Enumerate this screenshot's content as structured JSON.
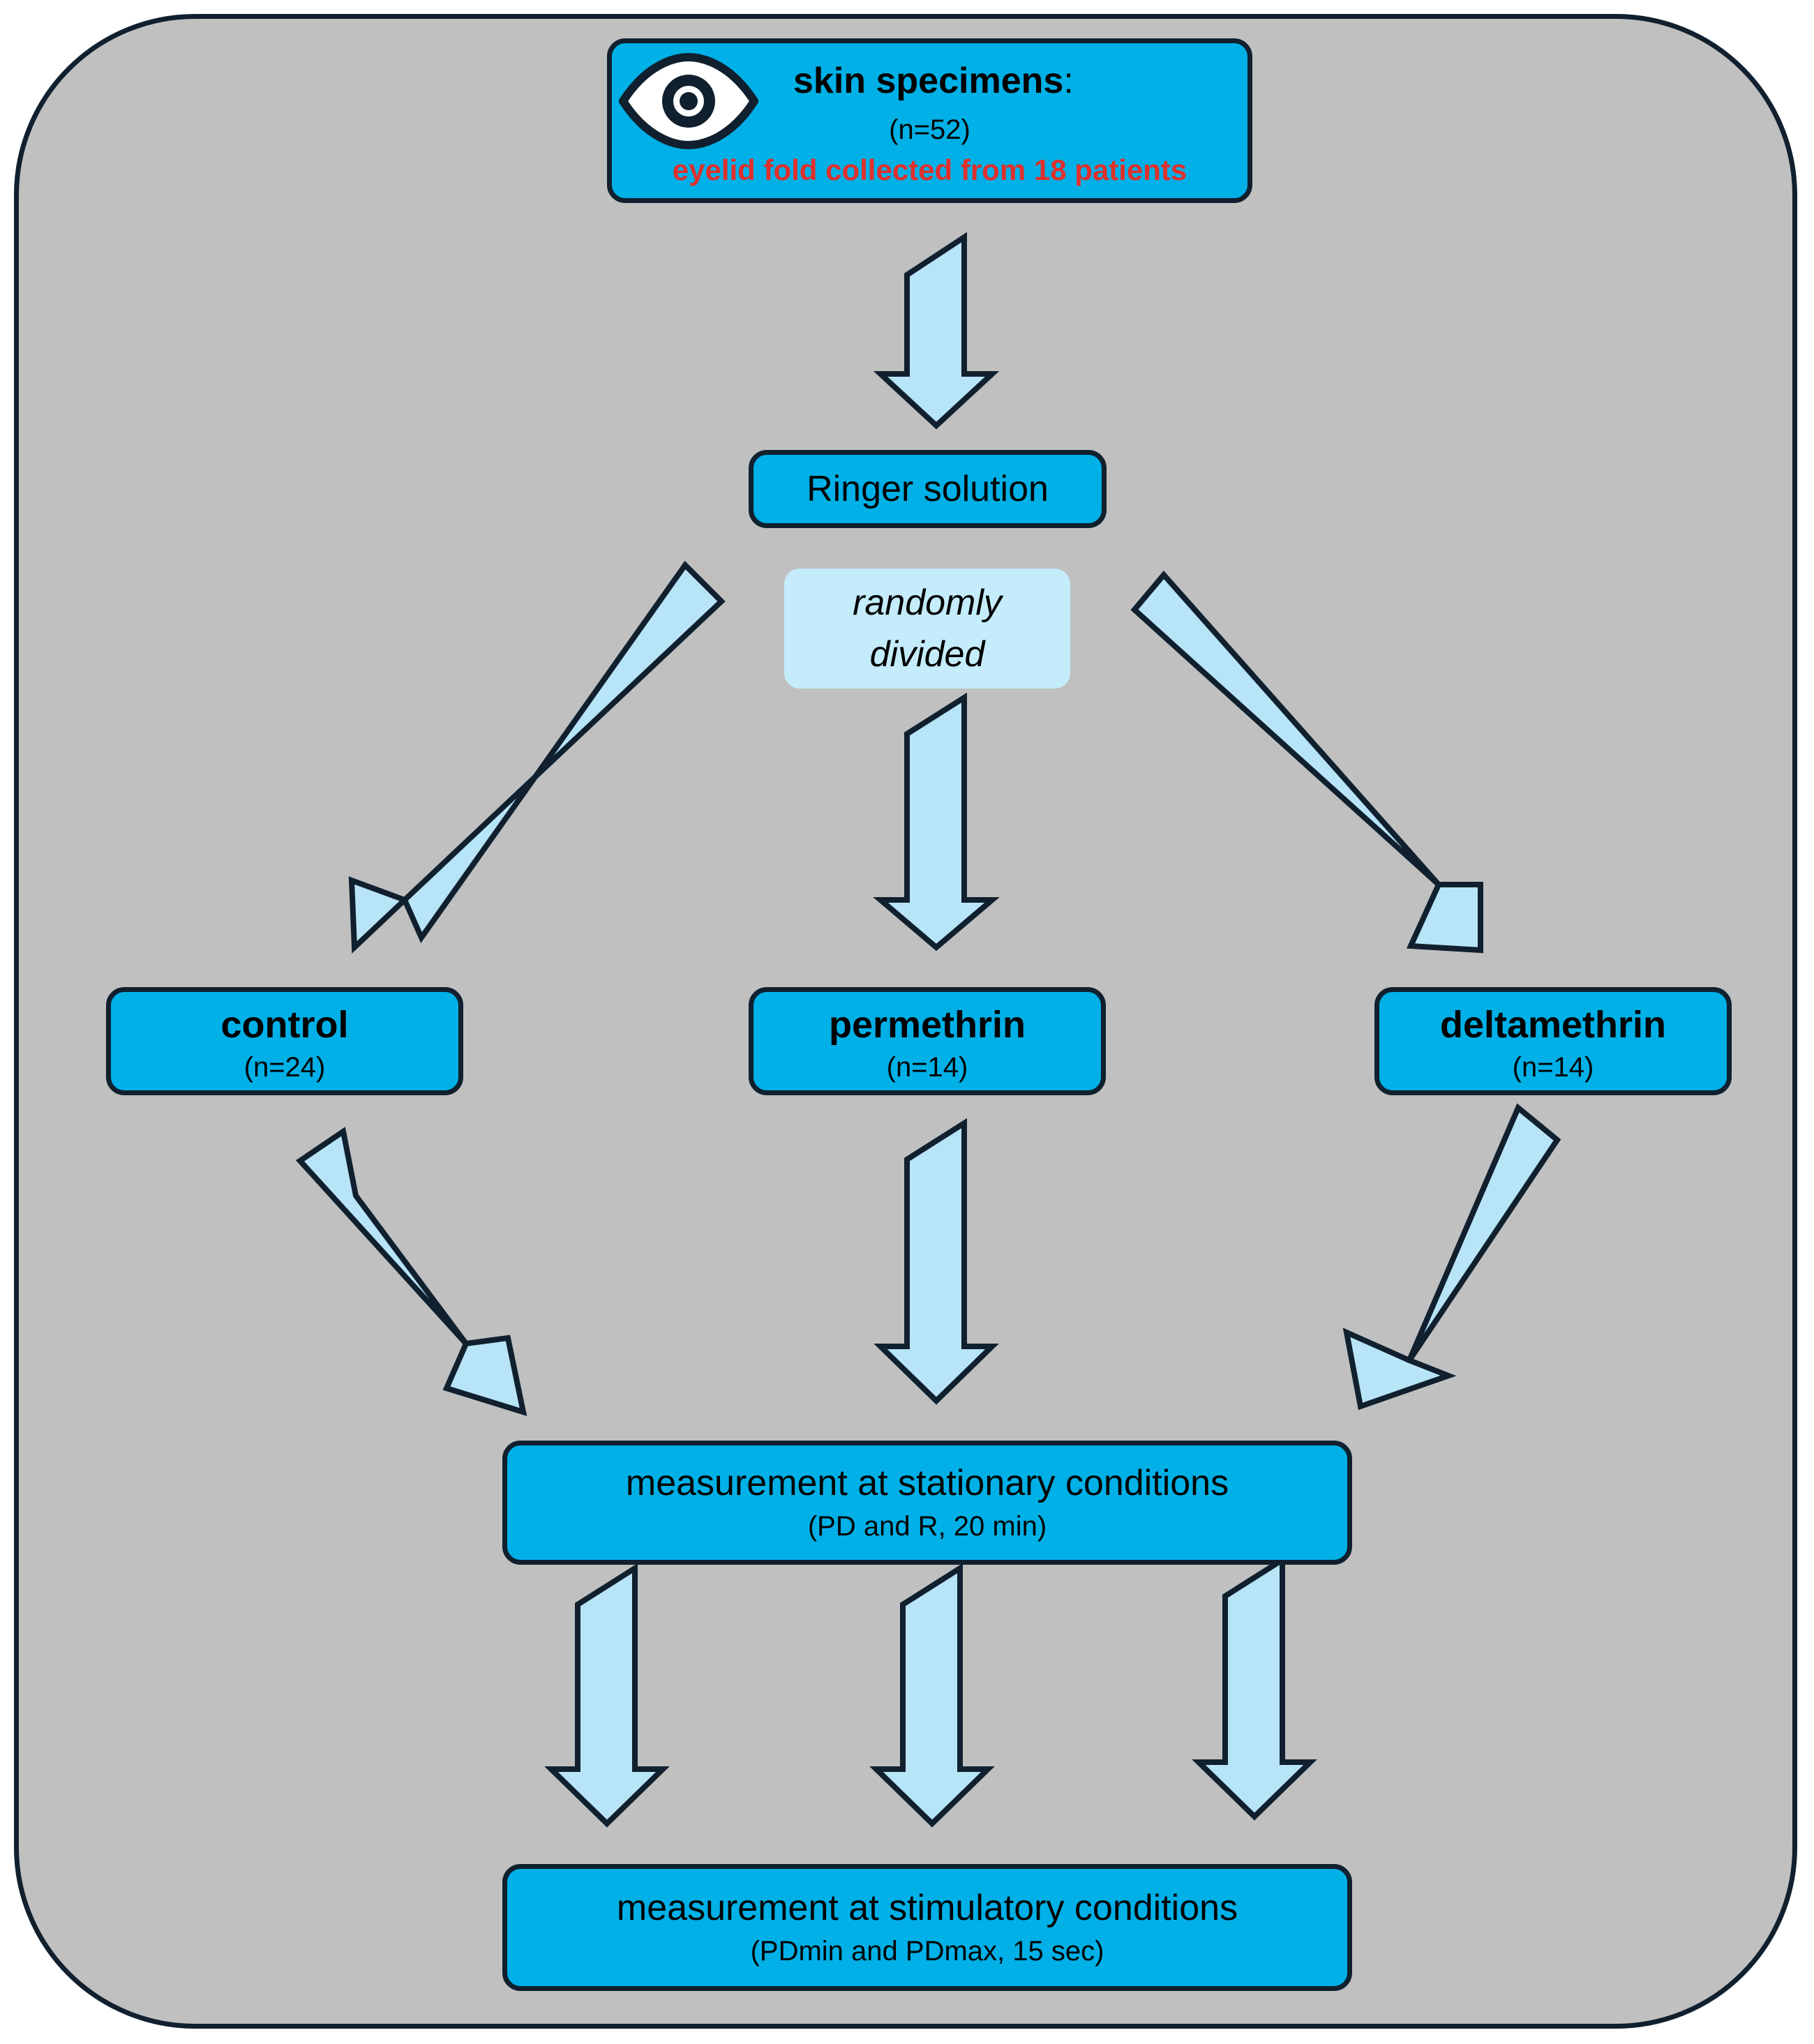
{
  "flowchart": {
    "source": {
      "title": "skin specimens",
      "title_suffix": ":",
      "count": "(n=52)",
      "note": "eyelid fold collected from 18 patients",
      "note_color": "#e0302c",
      "icon": "eye-icon"
    },
    "solution": {
      "label": "Ringer solution"
    },
    "division": {
      "line1": "randomly",
      "line2": "divided"
    },
    "groups": [
      {
        "name": "control",
        "count": "(n=24)"
      },
      {
        "name": "permethrin",
        "count": "(n=14)"
      },
      {
        "name": "deltamethrin",
        "count": "(n=14)"
      }
    ],
    "stationary": {
      "label": "measurement at stationary conditions",
      "detail": "(PD and R, 20 min)"
    },
    "stimulatory": {
      "label": "measurement at stimulatory conditions",
      "detail": "(PDmin and PDmax, 15 sec)"
    }
  },
  "colors": {
    "panel": "#c0c0c0",
    "box_fill": "#00b0e6",
    "arrow_fill": "#b8e4f7",
    "outline": "#10202e",
    "divided_fill": "#c4ecfb"
  }
}
